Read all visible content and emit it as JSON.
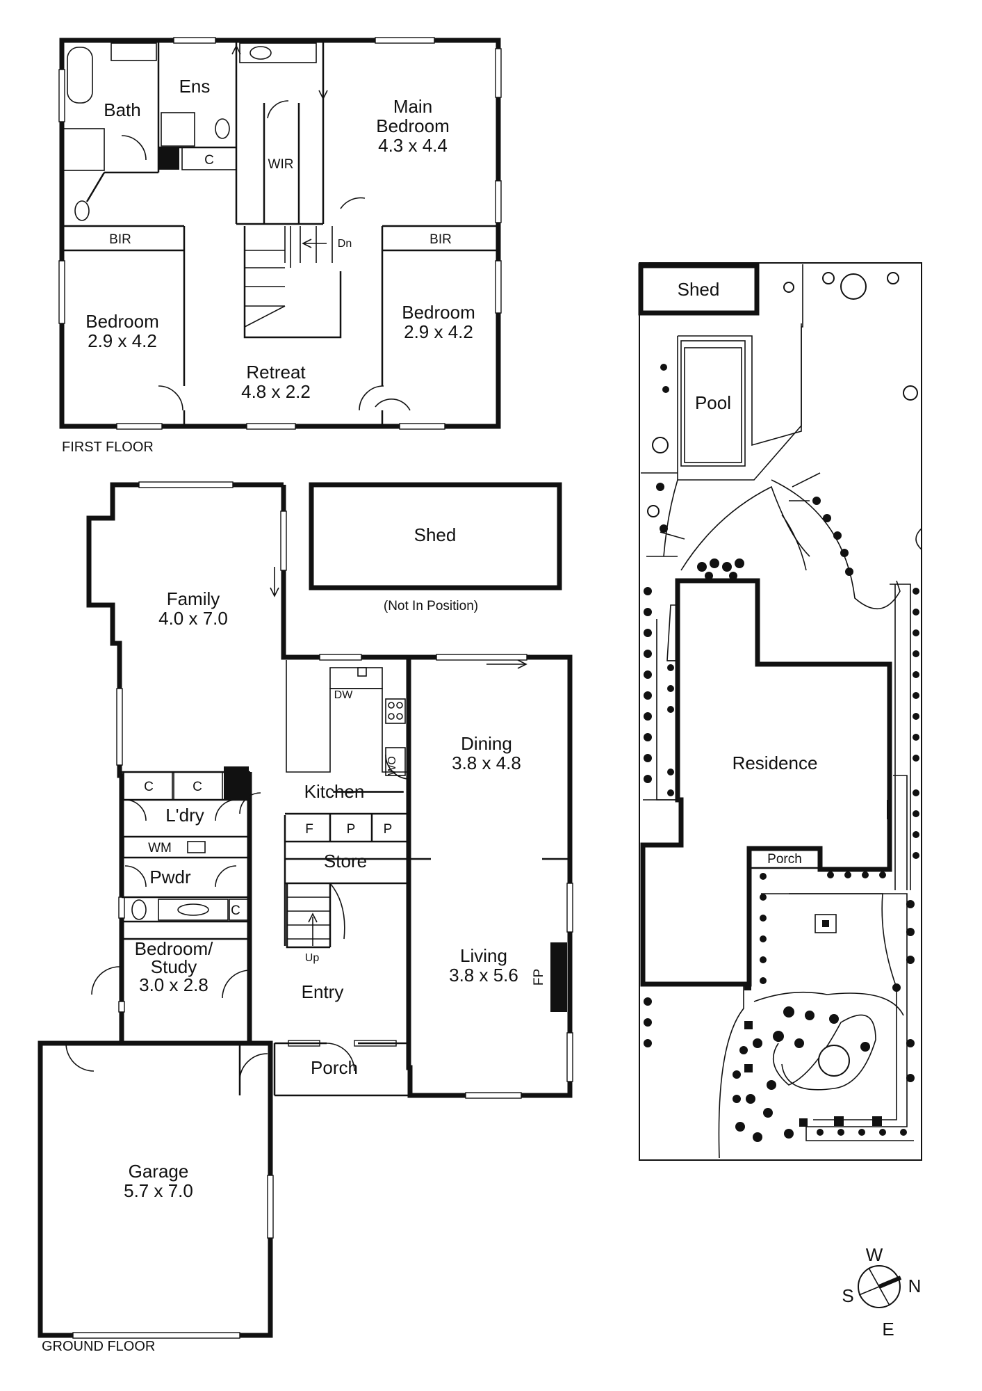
{
  "floor_labels": {
    "first": "FIRST FLOOR",
    "ground": "GROUND FLOOR"
  },
  "first_floor": {
    "bath": "Bath",
    "ens": "Ens",
    "main_bedroom_name": "Main",
    "main_bedroom_name2": "Bedroom",
    "main_bedroom_size": "4.3 x 4.4",
    "wir": "WIR",
    "cupboard": "C",
    "bir_left": "BIR",
    "bir_right": "BIR",
    "stair_down": "Dn",
    "bedroom_left_name": "Bedroom",
    "bedroom_left_size": "2.9 x 4.2",
    "bedroom_right_name": "Bedroom",
    "bedroom_right_size": "2.9 x 4.2",
    "retreat_name": "Retreat",
    "retreat_size": "4.8 x 2.2"
  },
  "ground_floor": {
    "family_name": "Family",
    "family_size": "4.0 x 7.0",
    "shed": "Shed",
    "shed_note": "(Not In Position)",
    "dw": "DW",
    "wo": "WO",
    "kitchen": "Kitchen",
    "dining_name": "Dining",
    "dining_size": "3.8 x 4.8",
    "c1": "C",
    "c2": "C",
    "laundry": "L'dry",
    "wm": "WM",
    "f": "F",
    "p1": "P",
    "p2": "P",
    "store": "Store",
    "powder": "Pwdr",
    "c3": "C",
    "stair_up": "Up",
    "bedroom_study_name": "Bedroom/",
    "bedroom_study_name2": "Study",
    "bedroom_study_size": "3.0 x 2.8",
    "entry": "Entry",
    "living_name": "Living",
    "living_size": "3.8 x 5.6",
    "fp": "FP",
    "porch": "Porch",
    "garage_name": "Garage",
    "garage_size": "5.7 x 7.0"
  },
  "site_plan": {
    "shed": "Shed",
    "pool": "Pool",
    "residence": "Residence",
    "porch": "Porch"
  },
  "compass": {
    "n": "N",
    "s": "S",
    "e": "E",
    "w": "W"
  }
}
